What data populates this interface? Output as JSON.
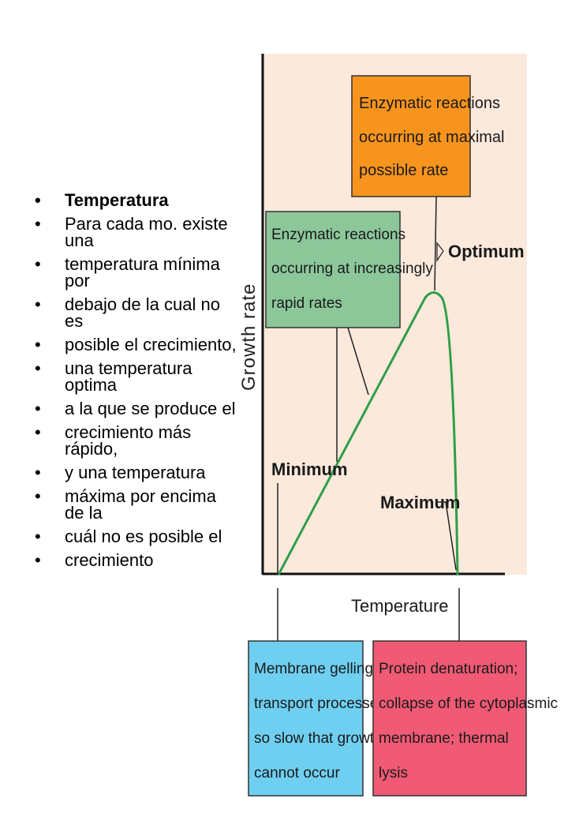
{
  "bullets": [
    "Temperatura",
    "Para cada mo. existe una",
    "temperatura mínima por",
    "debajo de la cual no es",
    "posible el crecimiento,",
    "una temperatura optima",
    "a la que se produce el",
    "crecimiento más rápido,",
    "y una temperatura",
    "máxima por encima de la",
    "cuál no es posible el",
    "crecimiento"
  ],
  "diagram": {
    "y_axis_label": "Growth rate",
    "x_axis_label": "Temperature",
    "label_minimum": "Minimum",
    "label_optimum": "Optimum",
    "label_maximum": "Maximum",
    "box_optimum": [
      "Enzymatic reactions",
      "occurring at maximal",
      "possible rate"
    ],
    "box_increasing": [
      "Enzymatic reactions",
      "occurring at increasingly",
      "rapid rates"
    ],
    "box_minimum": [
      "Membrane gelling;",
      "transport processes",
      "so slow that growth",
      "cannot occur"
    ],
    "box_maximum": [
      "Protein denaturation;",
      "collapse of the cytoplasmic",
      "membrane; thermal",
      "lysis"
    ],
    "colors": {
      "panel": "#fbe9dc",
      "curve": "#2f9e48",
      "box_optimum": "#f7941d",
      "box_increasing": "#8cc79a",
      "box_minimum": "#6fcff0",
      "box_maximum": "#f05a74"
    }
  }
}
